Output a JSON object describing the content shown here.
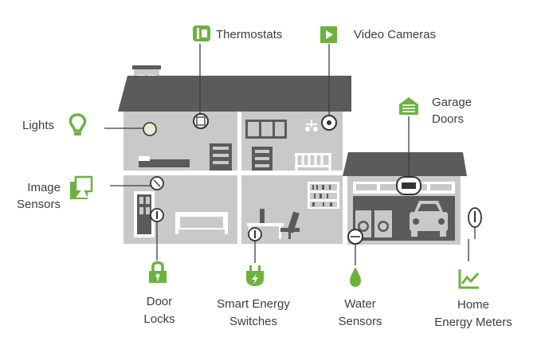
{
  "colors": {
    "accent": "#6ab43e",
    "roof": "#5b5b5b",
    "wall": "#c9c9c9",
    "text": "#3d3d3d"
  },
  "labels": {
    "thermostats": "Thermostats",
    "video_cameras": "Video Cameras",
    "garage_doors_1": "Garage",
    "garage_doors_2": "Doors",
    "lights": "Lights",
    "image_sensors_1": "Image",
    "image_sensors_2": "Sensors",
    "door_locks_1": "Door",
    "door_locks_2": "Locks",
    "smart_energy_switches_1": "Smart Energy",
    "smart_energy_switches_2": "Switches",
    "water_sensors_1": "Water",
    "water_sensors_2": "Sensors",
    "home_energy_meters_1": "Home",
    "home_energy_meters_2": "Energy Meters"
  },
  "icons": {
    "thermostats": "thermostat-icon",
    "video_cameras": "video-camera-icon",
    "garage_doors": "garage-door-icon",
    "lights": "light-bulb-icon",
    "image_sensors": "image-sensor-icon",
    "door_locks": "padlock-icon",
    "smart_energy_switches": "plug-icon",
    "water_sensors": "water-drop-icon",
    "home_energy_meters": "energy-graph-icon"
  }
}
